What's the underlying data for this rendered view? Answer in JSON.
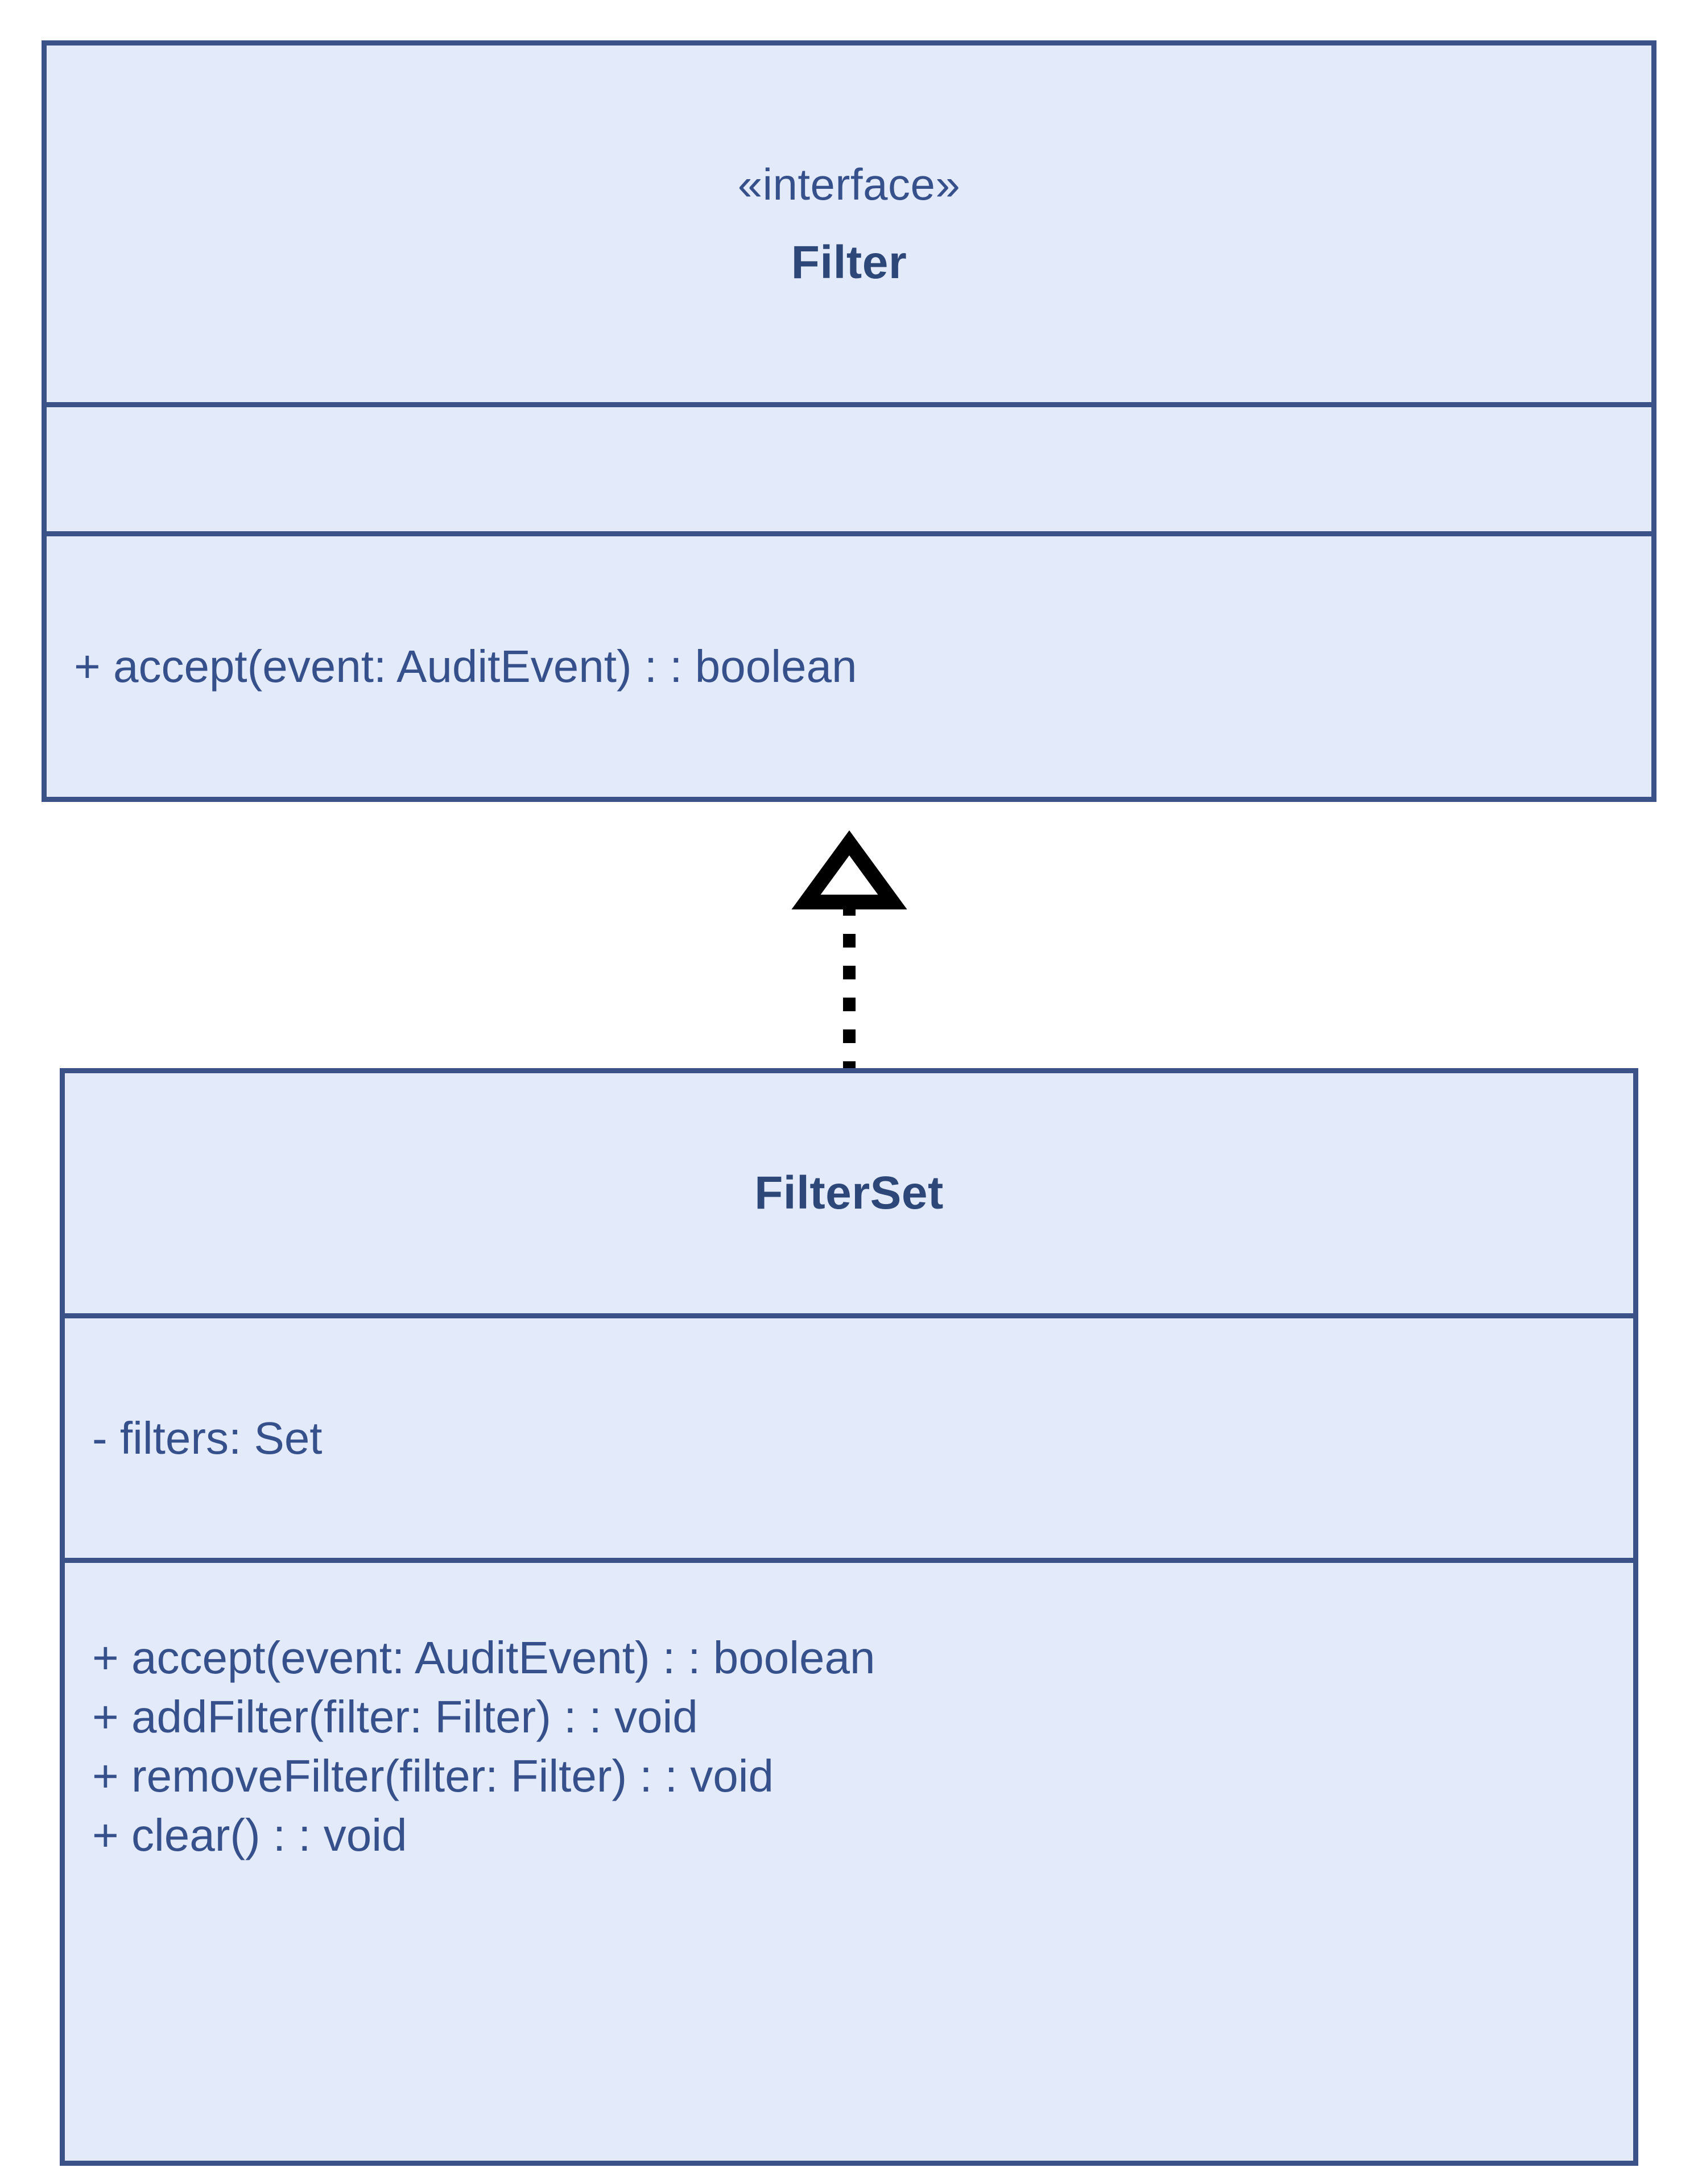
{
  "diagram": {
    "type": "uml-class-diagram",
    "background_color": "#ffffff",
    "node_fill": "#e3eaf9",
    "node_border": "#3a5287",
    "text_color": "#35508a",
    "relationship_color": "#000000"
  },
  "classes": [
    {
      "id": "filter",
      "stereotype": "«interface»",
      "name": "Filter",
      "attributes": [],
      "methods": [
        "+ accept(event: AuditEvent) : : boolean"
      ]
    },
    {
      "id": "filterset",
      "stereotype": "",
      "name": "FilterSet",
      "attributes": [
        "- filters: Set"
      ],
      "methods": [
        "+ accept(event: AuditEvent) : : boolean",
        "+ addFilter(filter: Filter) : : void",
        "+ removeFilter(filter: Filter) : : void",
        "+ clear() : : void"
      ]
    }
  ],
  "relationships": [
    {
      "id": "filterset-realizes-filter",
      "kind": "realization",
      "from": "filterset",
      "to": "filter",
      "line_style": "dotted",
      "arrow_head": "hollow-triangle"
    }
  ]
}
